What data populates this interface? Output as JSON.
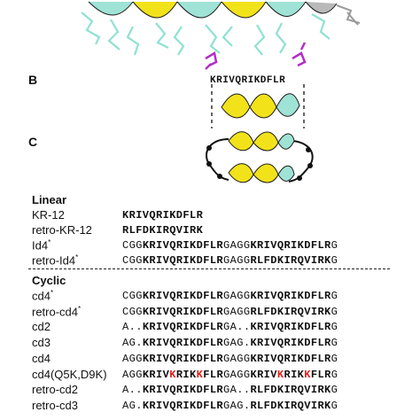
{
  "panels": {
    "b_label": "B",
    "c_label": "C"
  },
  "top_sequence": "KRIVQRIKDFLR",
  "linear": {
    "title": "Linear",
    "rows": [
      {
        "name": "KR-12",
        "sup": "",
        "seq": [
          {
            "t": "KRIVQRIKDFLR",
            "s": "b"
          }
        ]
      },
      {
        "name": "retro-KR-12",
        "sup": "",
        "seq": [
          {
            "t": "RLFDKIRQVIRK",
            "s": "b"
          }
        ]
      },
      {
        "name": "Id4",
        "sup": "*",
        "seq": [
          {
            "t": "CGG",
            "s": ""
          },
          {
            "t": "KRIVQRIKDFLR",
            "s": "b"
          },
          {
            "t": "GAGG",
            "s": ""
          },
          {
            "t": "KRIVQRIKDFLR",
            "s": "b"
          },
          {
            "t": "G",
            "s": ""
          }
        ]
      },
      {
        "name": "retro-Id4",
        "sup": "*",
        "seq": [
          {
            "t": "CGG",
            "s": ""
          },
          {
            "t": "KRIVQRIKDFLR",
            "s": "b"
          },
          {
            "t": "GAGG",
            "s": ""
          },
          {
            "t": "RLFDKIRQVIRK",
            "s": "b"
          },
          {
            "t": "G",
            "s": ""
          }
        ]
      }
    ]
  },
  "cyclic": {
    "title": "Cyclic",
    "rows": [
      {
        "name": "cd4",
        "sup": "*",
        "seq": [
          {
            "t": "CGG",
            "s": ""
          },
          {
            "t": "KRIVQRIKDFLR",
            "s": "b"
          },
          {
            "t": "GAGG",
            "s": ""
          },
          {
            "t": "KRIVQRIKDFLR",
            "s": "b"
          },
          {
            "t": "G",
            "s": ""
          }
        ]
      },
      {
        "name": "retro-cd4",
        "sup": "*",
        "seq": [
          {
            "t": "CGG",
            "s": ""
          },
          {
            "t": "KRIVQRIKDFLR",
            "s": "b"
          },
          {
            "t": "GAGG",
            "s": ""
          },
          {
            "t": "RLFDKIRQVIRK",
            "s": "b"
          },
          {
            "t": "G",
            "s": ""
          }
        ]
      },
      {
        "name": "cd2",
        "sup": "",
        "seq": [
          {
            "t": "A..",
            "s": ""
          },
          {
            "t": "KRIVQRIKDFLR",
            "s": "b"
          },
          {
            "t": "GA..",
            "s": ""
          },
          {
            "t": "KRIVQRIKDFLR",
            "s": "b"
          },
          {
            "t": "G",
            "s": ""
          }
        ]
      },
      {
        "name": "cd3",
        "sup": "",
        "seq": [
          {
            "t": "AG.",
            "s": ""
          },
          {
            "t": "KRIVQRIKDFLR",
            "s": "b"
          },
          {
            "t": "GAG.",
            "s": ""
          },
          {
            "t": "KRIVQRIKDFLR",
            "s": "b"
          },
          {
            "t": "G",
            "s": ""
          }
        ]
      },
      {
        "name": "cd4",
        "sup": "",
        "seq": [
          {
            "t": "AGG",
            "s": ""
          },
          {
            "t": "KRIVQRIKDFLR",
            "s": "b"
          },
          {
            "t": "GAGG",
            "s": ""
          },
          {
            "t": "KRIVQRIKDFLR",
            "s": "b"
          },
          {
            "t": "G",
            "s": ""
          }
        ]
      },
      {
        "name": "cd4(Q5K,D9K)",
        "sup": "",
        "seq": [
          {
            "t": "AGG",
            "s": ""
          },
          {
            "t": "KRIV",
            "s": "b"
          },
          {
            "t": "K",
            "s": "r"
          },
          {
            "t": "RIK",
            "s": "b"
          },
          {
            "t": "K",
            "s": "r"
          },
          {
            "t": "FLR",
            "s": "b"
          },
          {
            "t": "GAGG",
            "s": ""
          },
          {
            "t": "KRIV",
            "s": "b"
          },
          {
            "t": "K",
            "s": "r"
          },
          {
            "t": "RIK",
            "s": "b"
          },
          {
            "t": "K",
            "s": "r"
          },
          {
            "t": "FLR",
            "s": "b"
          },
          {
            "t": "G",
            "s": ""
          }
        ]
      },
      {
        "name": "retro-cd2",
        "sup": "",
        "seq": [
          {
            "t": "A..",
            "s": ""
          },
          {
            "t": "KRIVQRIKDFLR",
            "s": "b"
          },
          {
            "t": "GA..",
            "s": ""
          },
          {
            "t": "RLFDKIRQVIRK",
            "s": "b"
          },
          {
            "t": "G",
            "s": ""
          }
        ]
      },
      {
        "name": "retro-cd3",
        "sup": "",
        "seq": [
          {
            "t": "AG.",
            "s": ""
          },
          {
            "t": "KRIVQRIKDFLR",
            "s": "b"
          },
          {
            "t": "GAG.",
            "s": ""
          },
          {
            "t": "RLFDKIRQVIRK",
            "s": "b"
          },
          {
            "t": "G",
            "s": ""
          }
        ]
      }
    ]
  },
  "colors": {
    "helix_yellow": "#f2e21a",
    "helix_cyan": "#9fe3d6",
    "linker_magenta": "#b22fc6",
    "mutation_red": "#e02020"
  }
}
